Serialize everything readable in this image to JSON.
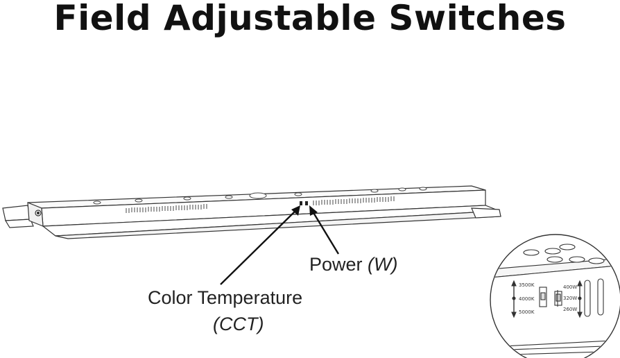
{
  "title": "Field Adjustable Switches",
  "callouts": {
    "power": {
      "label": "Power",
      "unit": "(W)"
    },
    "cct": {
      "label": "Color Temperature",
      "abbr": "(CCT)"
    }
  },
  "detail": {
    "cct_options": [
      "3500K",
      "4000K",
      "5000K"
    ],
    "power_options": [
      "400W",
      "320W",
      "260W"
    ]
  }
}
